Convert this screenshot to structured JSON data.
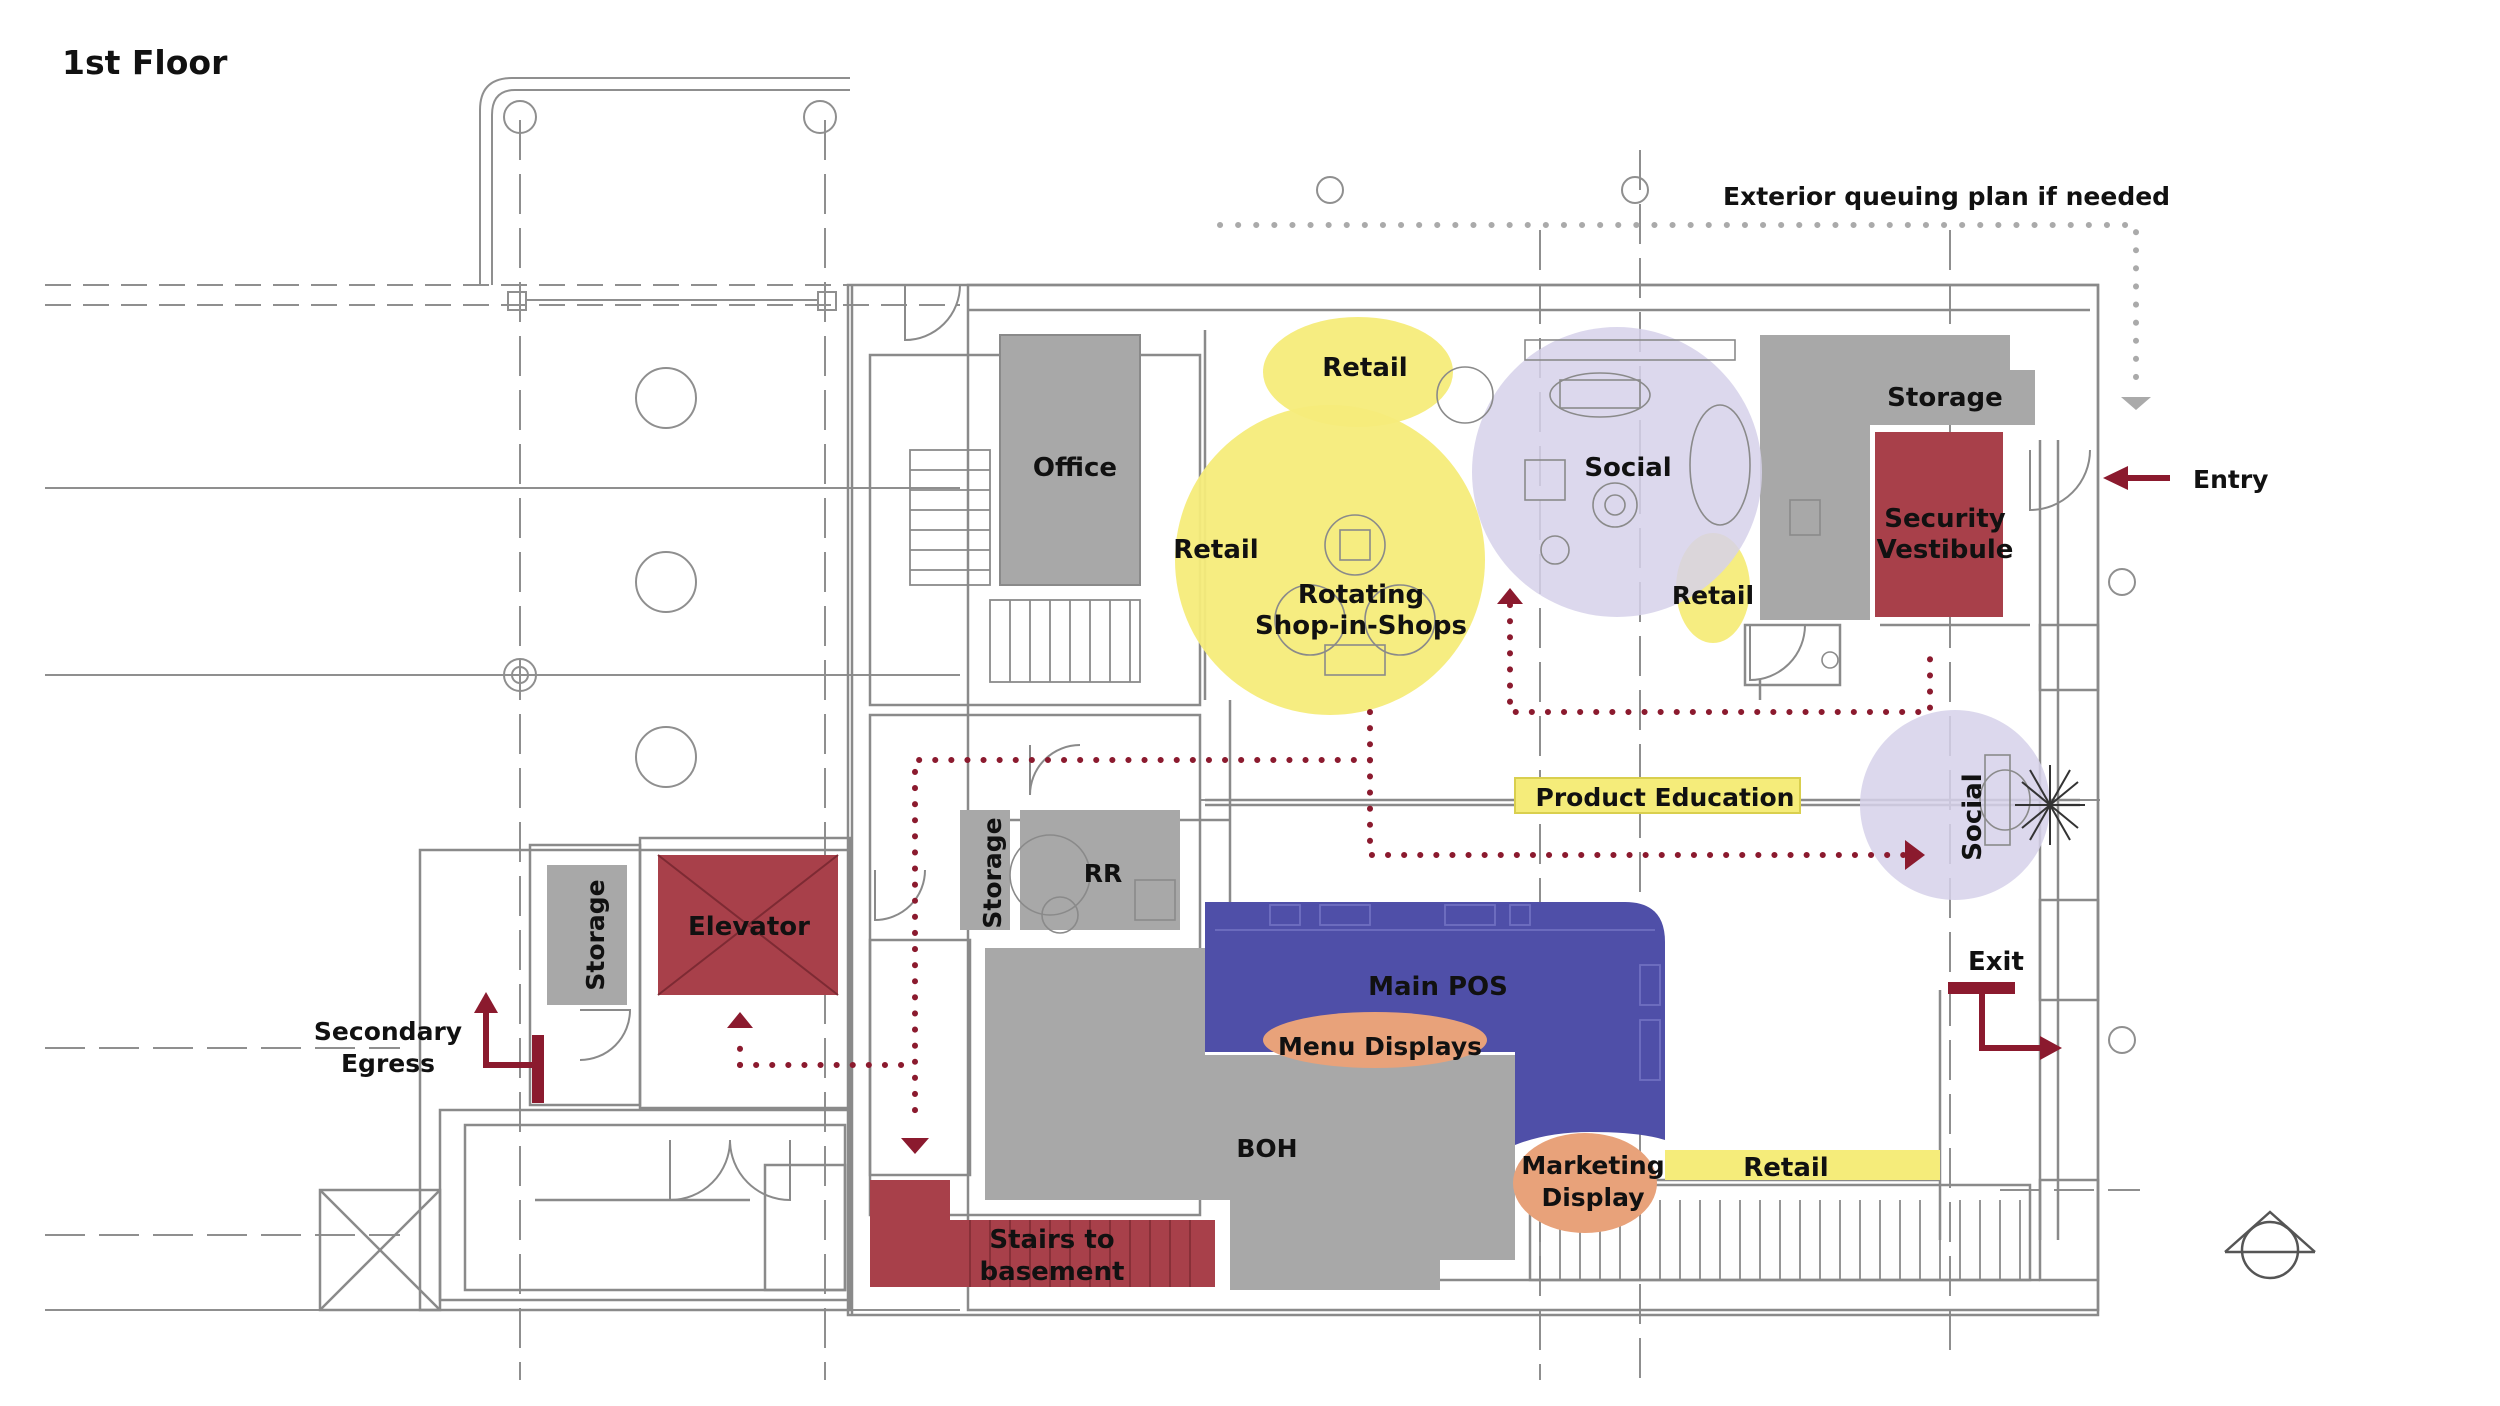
{
  "title": "1st Floor",
  "labels": {
    "exterior_queue": "Exterior queuing plan if needed",
    "entry": "Entry",
    "exit": "Exit",
    "secondary_egress_1": "Secondary",
    "secondary_egress_2": "Egress",
    "office": "Office",
    "storage_top": "Storage",
    "storage_left": "Storage",
    "storage_mid": "Storage",
    "elevator": "Elevator",
    "rr": "RR",
    "boh": "BOH",
    "stairs_1": "Stairs to",
    "stairs_2": "basement",
    "security_1": "Security",
    "security_2": "Vestibule",
    "retail_top": "Retail",
    "retail_left": "Retail",
    "retail_small": "Retail",
    "retail_bottom": "Retail",
    "rotating_1": "Rotating",
    "rotating_2": "Shop-in-Shops",
    "social_top": "Social",
    "social_right": "Social",
    "product_education": "Product Education",
    "main_pos": "Main POS",
    "menu_displays": "Menu Displays",
    "marketing_1": "Marketing",
    "marketing_2": "Display"
  },
  "colors": {
    "retail_yellow": "#f5ec7a",
    "social_lavender": "#d6d1ea",
    "storage_gray": "#a8a8a8",
    "red_block": "#a8404a",
    "pos_blue": "#4f4fa8",
    "orange": "#e8a27a",
    "path_red": "#8b1a2e",
    "line_gray": "#9a9a9a"
  }
}
